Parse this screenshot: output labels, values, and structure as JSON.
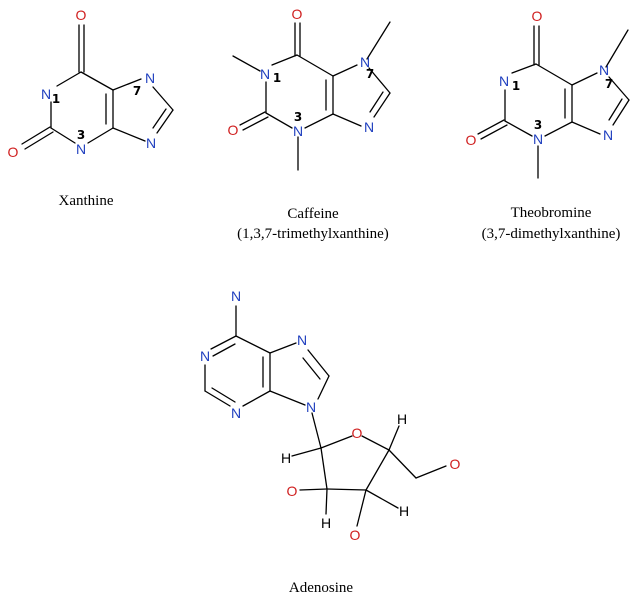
{
  "colors": {
    "bond": "#000000",
    "nitrogen": "#1f3fbf",
    "oxygen": "#d02020",
    "hydrogen": "#000000"
  },
  "atoms": {
    "nitrogen": "N",
    "oxygen": "O",
    "hydrogen": "H",
    "amine": "N"
  },
  "position_labels": {
    "one": "1",
    "three": "3",
    "seven": "7"
  },
  "molecules": {
    "xanthine": {
      "name": "Xanthine"
    },
    "caffeine": {
      "name": "Caffeine",
      "subtitle": "(1,3,7-trimethylxanthine)"
    },
    "theobromine": {
      "name": "Theobromine",
      "subtitle": "(3,7-dimethylxanthine)"
    },
    "adenosine": {
      "name": "Adenosine"
    }
  }
}
